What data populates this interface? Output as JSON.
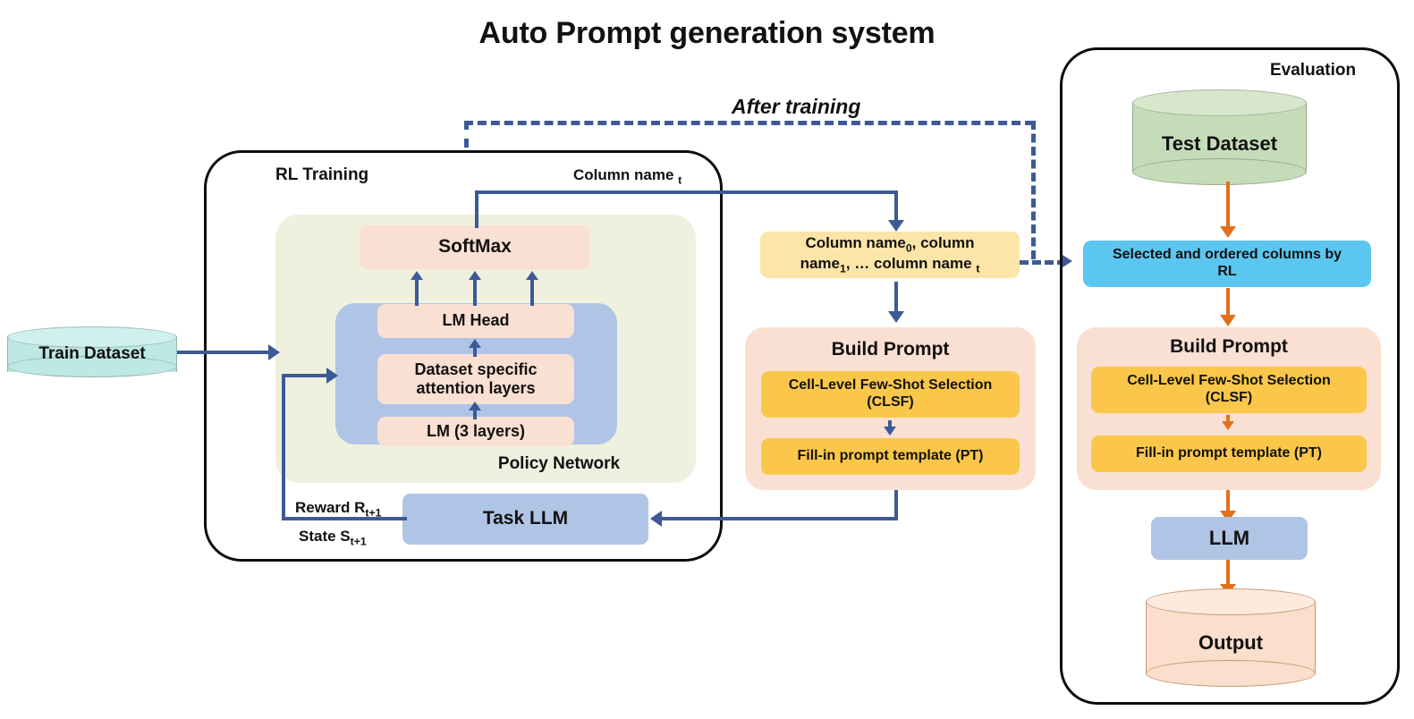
{
  "title": "Auto Prompt generation system",
  "panels": {
    "rl_training": {
      "label": "RL Training"
    },
    "evaluation": {
      "label": "Evaluation"
    }
  },
  "train": {
    "dataset_label": "Train Dataset",
    "policy_network_label": "Policy  Network",
    "softmax_label": "SoftMax",
    "lm_head_label": "LM Head",
    "attention_label_line1": "Dataset specific",
    "attention_label_line2": "attention layers",
    "lm_layers_label": "LM (3 layers)",
    "task_llm_label": "Task LLM",
    "reward_label": "Reward R",
    "reward_sub": "t+1",
    "state_label": "State S",
    "state_sub": "t+1",
    "column_name_t_label": "Column name ",
    "column_name_t_sub": "t"
  },
  "middle": {
    "column_names_line1_a": "Column name",
    "column_names_line1_sub": "0",
    "column_names_line1_b": ", column",
    "column_names_line2_a": "name",
    "column_names_line2_sub1": "1",
    "column_names_line2_b": ", … column name ",
    "column_names_line2_sub2": "t",
    "build_prompt_label": "Build Prompt",
    "clsf_line1": "Cell-Level Few-Shot Selection",
    "clsf_line2": "(CLSF)",
    "pt_label": "Fill-in prompt template (PT)"
  },
  "evaluation": {
    "test_dataset_label": "Test Dataset",
    "selected_columns_line1": "Selected and ordered columns by",
    "selected_columns_line2": "RL",
    "build_prompt_label": "Build Prompt",
    "clsf_line1": "Cell-Level Few-Shot Selection",
    "clsf_line2": "(CLSF)",
    "pt_label": "Fill-in prompt template (PT)",
    "llm_label": "LLM",
    "output_label": "Output"
  },
  "annotations": {
    "after_training": "After training"
  },
  "colors": {
    "arrow_blue": "#3C5A96",
    "arrow_orange": "#E2701B",
    "peach": "#FAE0D2",
    "blue_box": "#B0C4E5",
    "yellow_box": "#FAC74A",
    "light_yellow_box": "#FCE5A8",
    "cyan_box": "#5BC6EF",
    "olive_group": "#F0F0DF",
    "train_cylinder": "#BEE8E4",
    "test_cylinder": "#C5DCB8",
    "output_cylinder": "#F9DFCC",
    "outline_black": "#0D0D0D"
  }
}
